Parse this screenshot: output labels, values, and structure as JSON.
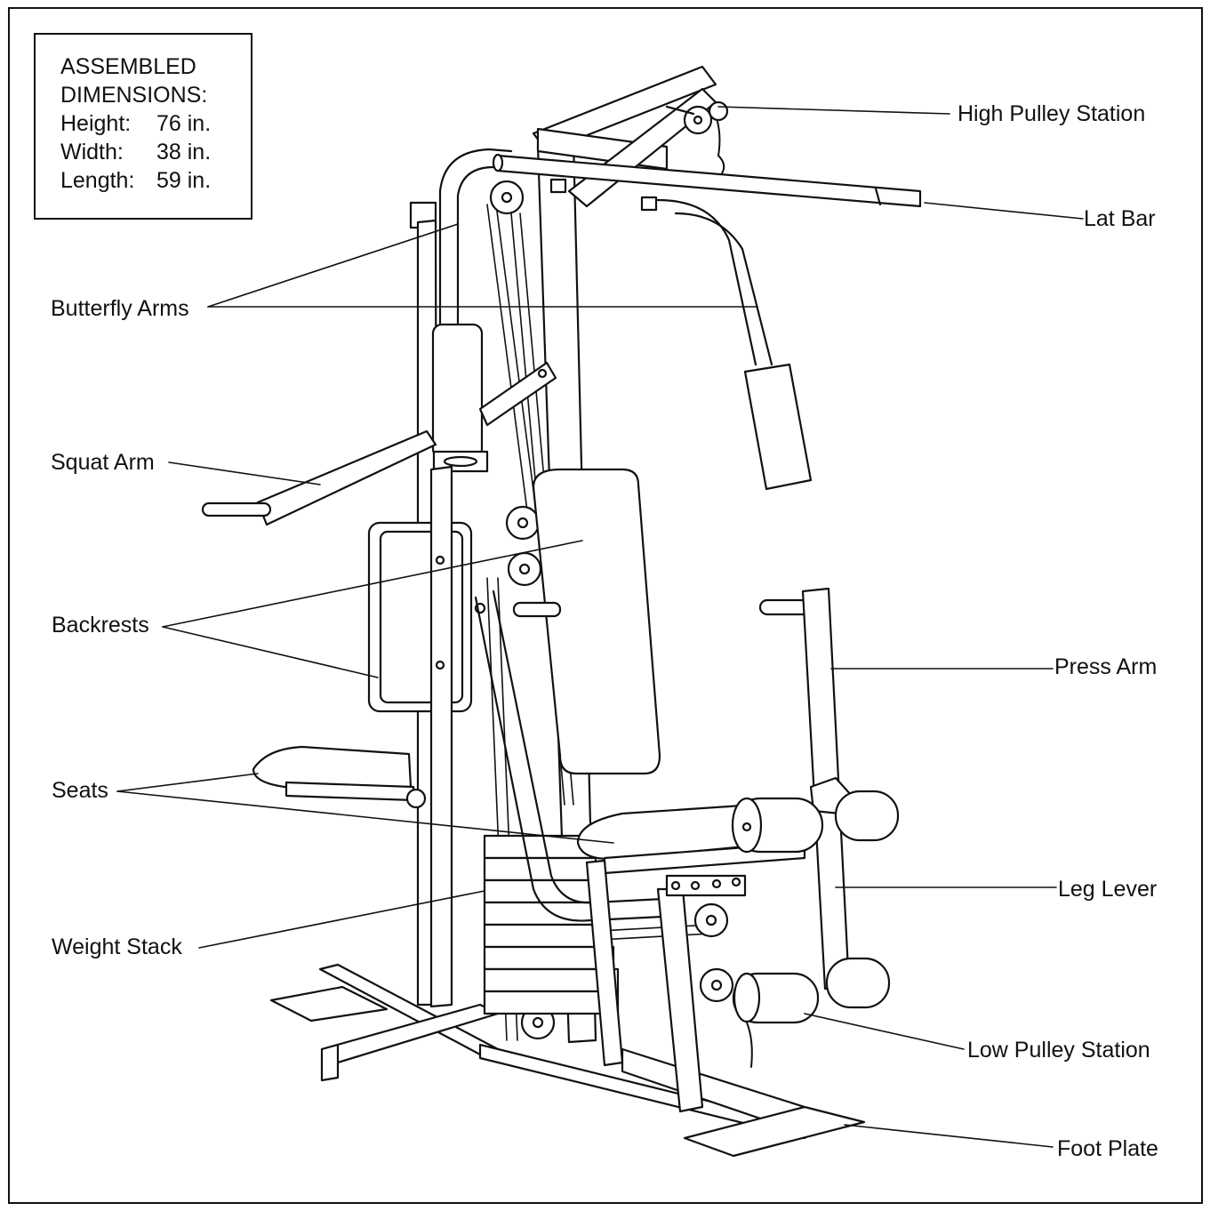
{
  "dimensions": {
    "title_line1": "ASSEMBLED",
    "title_line2": "DIMENSIONS:",
    "rows": [
      {
        "key": "Height:",
        "value": "76 in."
      },
      {
        "key": "Width:",
        "value": "38 in."
      },
      {
        "key": "Length:",
        "value": "59 in."
      }
    ]
  },
  "labels": {
    "high_pulley_station": "High Pulley Station",
    "lat_bar": "Lat Bar",
    "butterfly_arms": "Butterfly Arms",
    "squat_arm": "Squat Arm",
    "backrests": "Backrests",
    "press_arm": "Press Arm",
    "seats": "Seats",
    "leg_lever": "Leg Lever",
    "weight_stack": "Weight Stack",
    "low_pulley_station": "Low Pulley Station",
    "foot_plate": "Foot Plate"
  },
  "colors": {
    "ink": "#111111",
    "background": "#ffffff"
  }
}
